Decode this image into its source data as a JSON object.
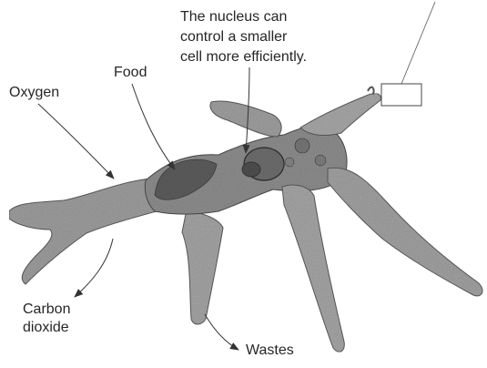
{
  "labels": {
    "nucleus_line1": "The nucleus can",
    "nucleus_line2": "control a smaller",
    "nucleus_line3": "cell more efficiently.",
    "food": "Food",
    "oxygen": "Oxygen",
    "carbon_line1": "Carbon",
    "carbon_line2": "dioxide",
    "wastes": "Wastes"
  },
  "colors": {
    "cell_body": "#9a9a9a",
    "cell_dark": "#4a4a4a",
    "text": "#262626",
    "arrow": "#333333"
  }
}
